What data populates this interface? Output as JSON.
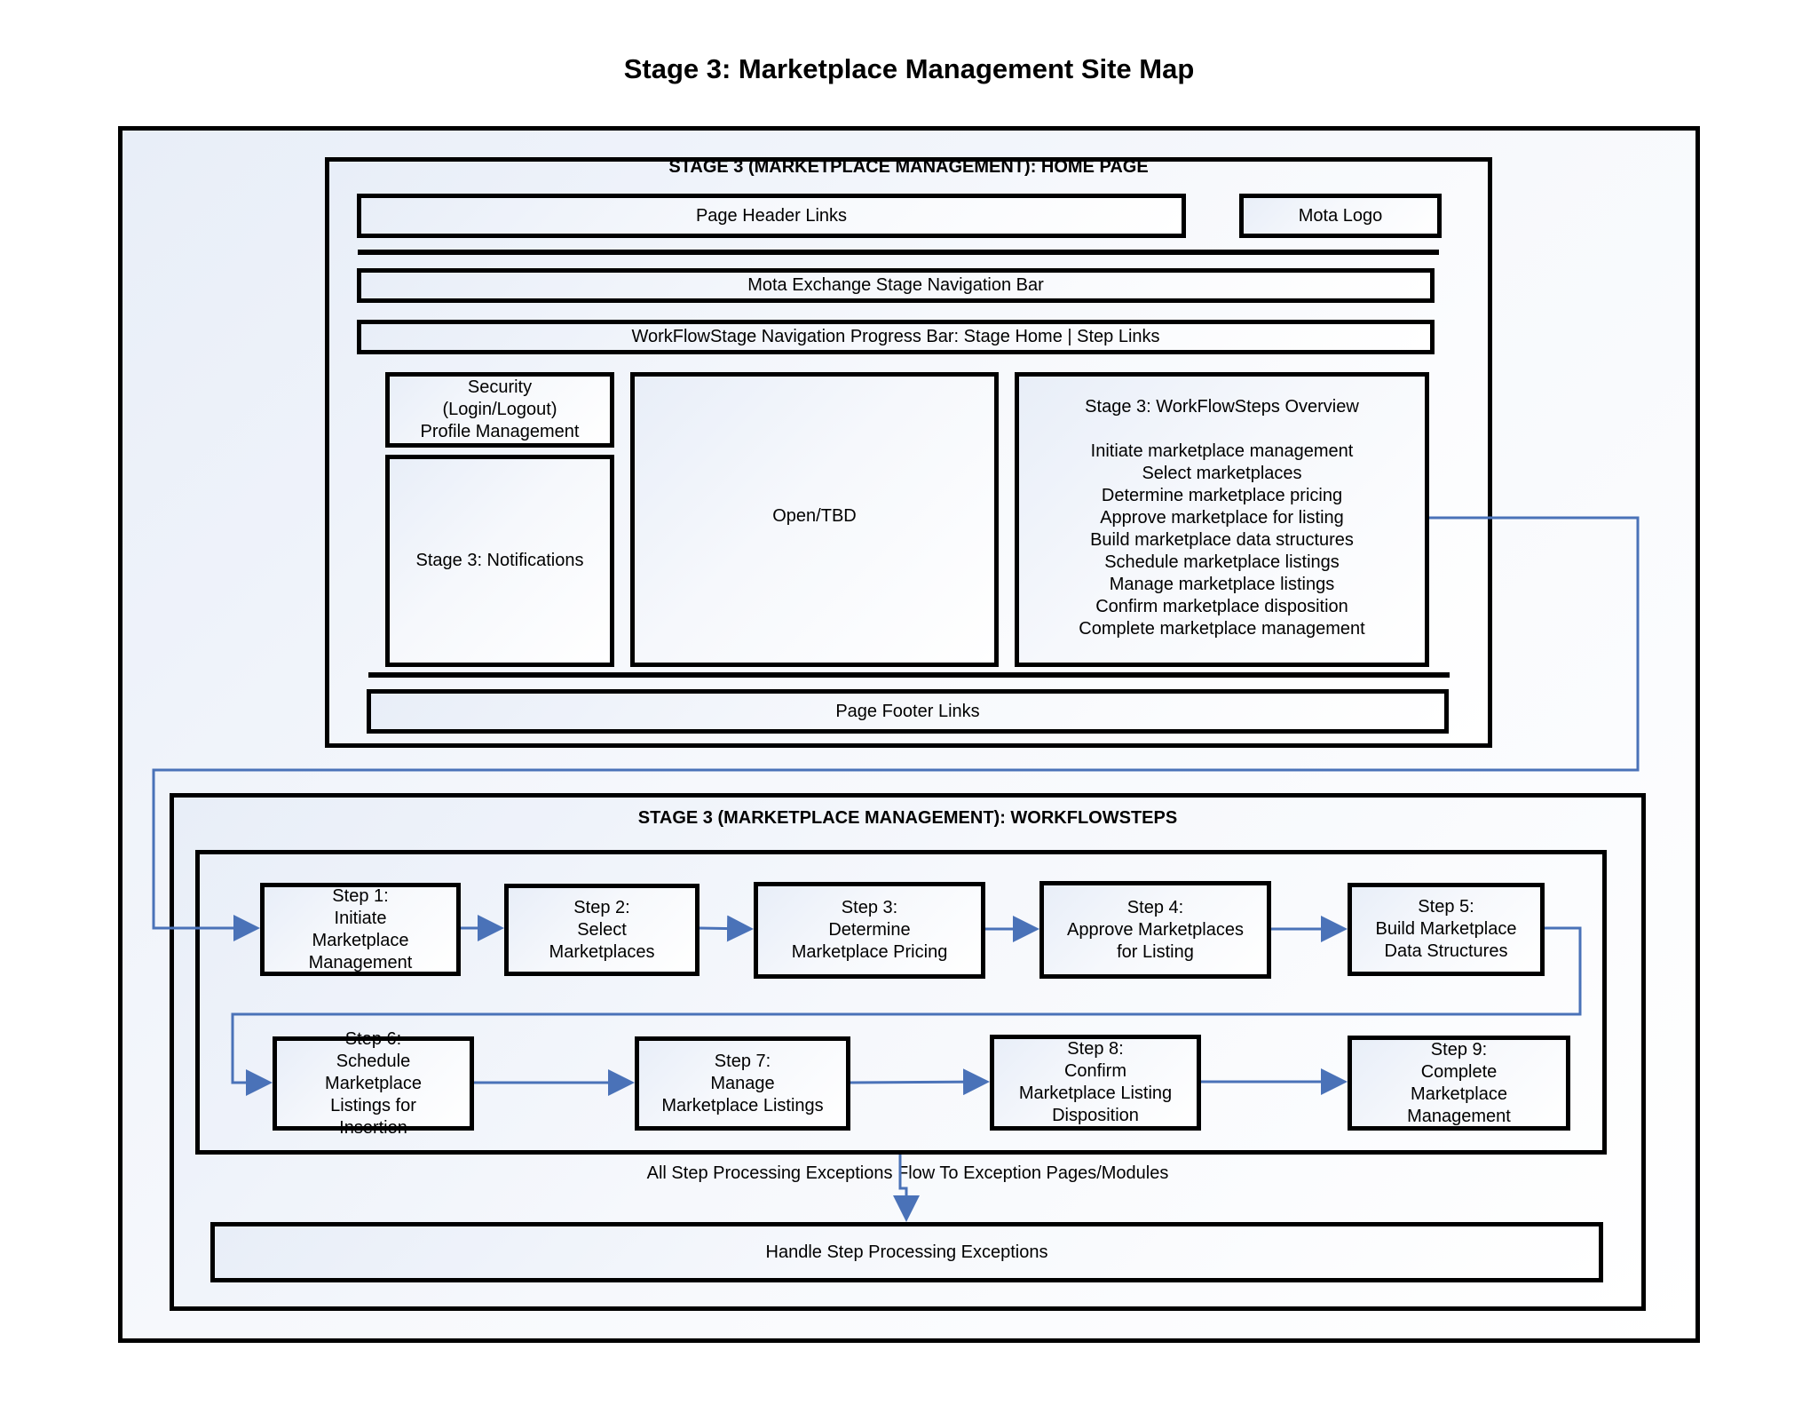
{
  "title": "Stage 3: Marketplace Management Site Map",
  "home": {
    "heading": "STAGE 3 (MARKETPLACE MANAGEMENT): HOME PAGE",
    "header_links": "Page Header Links",
    "logo": "Mota Logo",
    "stage_nav": "Mota Exchange Stage Navigation Bar",
    "progress_bar": "WorkFlowStage Navigation Progress Bar: Stage Home | Step Links",
    "security": "Security\n(Login/Logout)\nProfile Management",
    "notifications": "Stage 3: Notifications",
    "open_tbd": "Open/TBD",
    "overview": {
      "heading": "Stage 3: WorkFlowSteps Overview",
      "items": [
        "Initiate marketplace management",
        "Select marketplaces",
        "Determine marketplace pricing",
        "Approve marketplace for listing",
        "Build marketplace data structures",
        "Schedule marketplace listings",
        "Manage marketplace listings",
        "Confirm marketplace disposition",
        "Complete marketplace management"
      ]
    },
    "footer_links": "Page Footer Links"
  },
  "workflow": {
    "heading": "STAGE 3 (MARKETPLACE MANAGEMENT): WORKFLOWSTEPS",
    "steps": [
      "Step 1:\nInitiate\nMarketplace\nManagement",
      "Step 2:\nSelect\nMarketplaces",
      "Step 3:\nDetermine\nMarketplace Pricing",
      "Step 4:\nApprove Marketplaces\nfor Listing",
      "Step 5:\nBuild Marketplace\nData Structures",
      "Step 6:\nSchedule\nMarketplace\nListings for\nInsertion",
      "Step 7:\nManage\nMarketplace Listings",
      "Step 8:\nConfirm\nMarketplace Listing\nDisposition",
      "Step 9:\nComplete\nMarketplace\nManagement"
    ],
    "exceptions_note": "All Step Processing Exceptions Flow To Exception Pages/Modules",
    "exceptions_handler": "Handle Step Processing Exceptions"
  },
  "colors": {
    "connector": "#4a72b8",
    "border": "#000000"
  }
}
